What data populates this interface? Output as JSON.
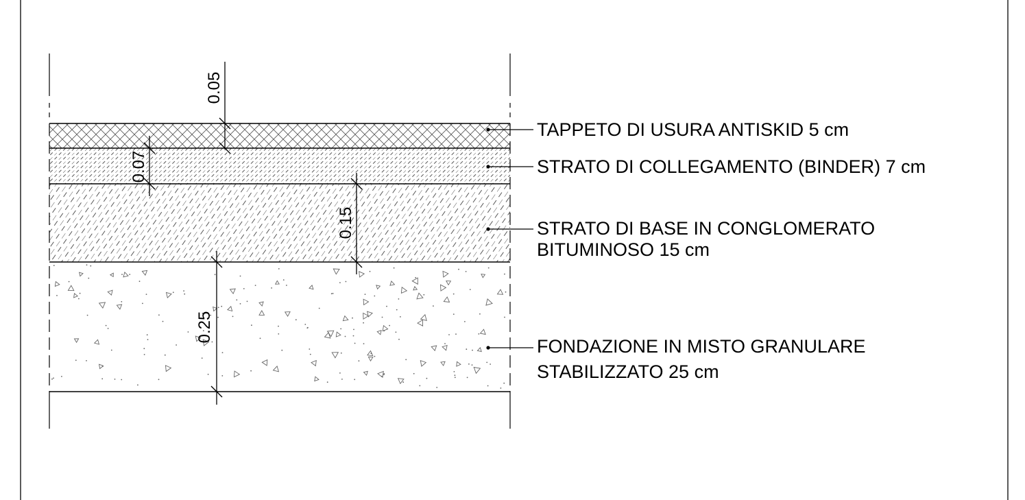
{
  "layers": [
    {
      "id": "antiskid",
      "label_lines": [
        "TAPPETO DI USURA ANTISKID  5 cm"
      ],
      "dimension": "0.05",
      "hatch": "crosshatch"
    },
    {
      "id": "binder",
      "label_lines": [
        "STRATO DI COLLEGAMENTO (BINDER) 7 cm"
      ],
      "dimension": "0.07",
      "hatch": "dense-diagonal"
    },
    {
      "id": "base",
      "label_lines": [
        "STRATO DI BASE IN CONGLOMERATO",
        "BITUMINOSO 15 cm"
      ],
      "dimension": "0.15",
      "hatch": "dashed-diagonal"
    },
    {
      "id": "foundation",
      "label_lines": [
        "FONDAZIONE IN MISTO GRANULARE",
        "STABILIZZATO 25 cm"
      ],
      "dimension": "0.25",
      "hatch": "aggregate"
    }
  ]
}
